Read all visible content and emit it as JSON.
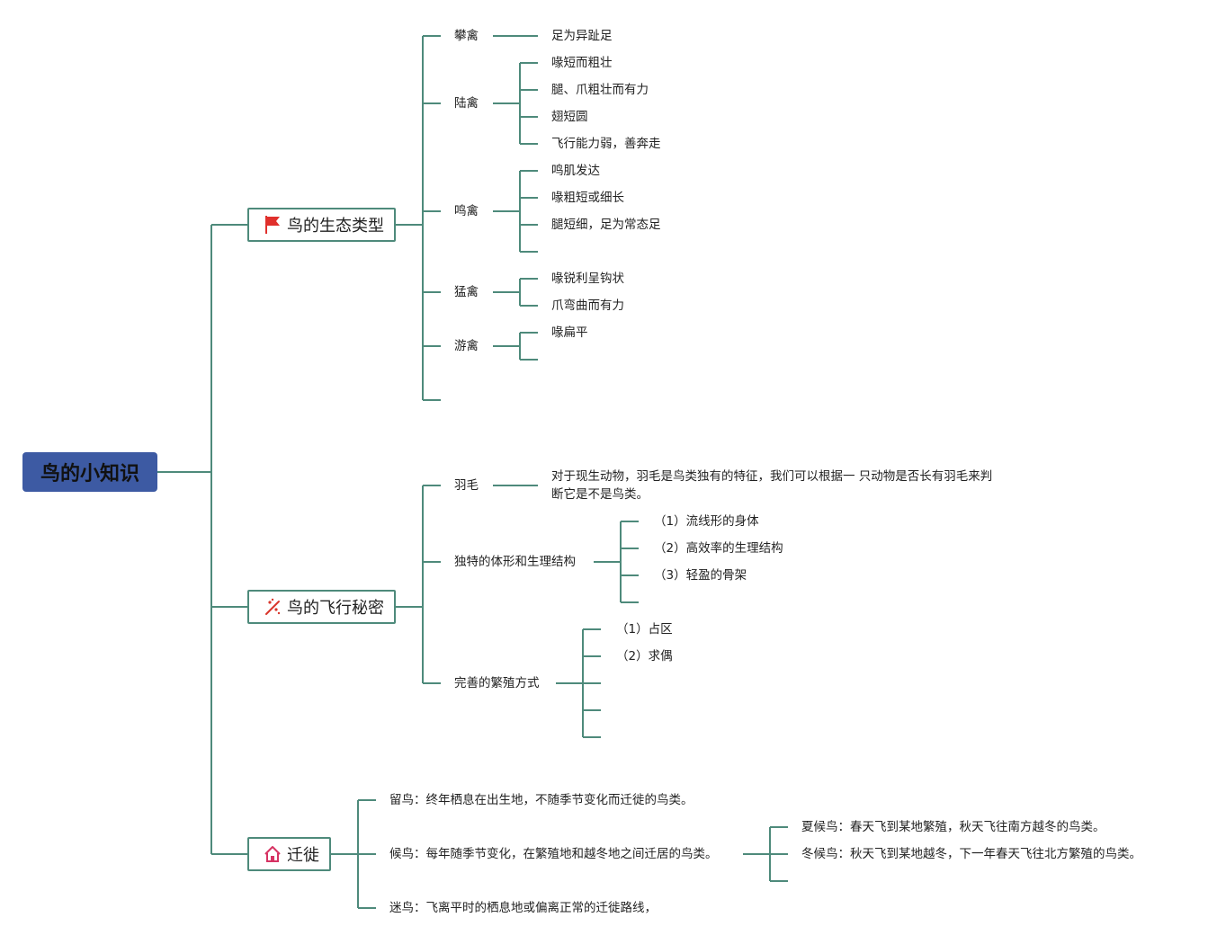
{
  "root": {
    "label": "鸟的小知识"
  },
  "ecology": {
    "label": "鸟的生态类型",
    "climbing": {
      "label": "攀禽",
      "items": [
        "足为异趾足"
      ]
    },
    "land": {
      "label": "陆禽",
      "items": [
        "喙短而粗壮",
        "腿、爪粗壮而有力",
        "翅短圆",
        "飞行能力弱，善奔走"
      ]
    },
    "song": {
      "label": "鸣禽",
      "items": [
        "鸣肌发达",
        "喙粗短或细长",
        "腿短细，足为常态足"
      ]
    },
    "raptor": {
      "label": "猛禽",
      "items": [
        "喙锐利呈钩状",
        "爪弯曲而有力"
      ]
    },
    "swim": {
      "label": "游禽",
      "items": [
        "喙扁平"
      ]
    }
  },
  "flight": {
    "label": "鸟的飞行秘密",
    "feather": {
      "label": "羽毛",
      "text": "对于现生动物，羽毛是鸟类独有的特征，我们可以根据一 只动物是否长有羽毛来判断它是不是鸟类。"
    },
    "body": {
      "label": "独特的体形和生理结构",
      "items": [
        "（1）流线形的身体",
        "（2）高效率的生理结构",
        "（3）轻盈的骨架"
      ]
    },
    "breeding": {
      "label": "完善的繁殖方式",
      "items": [
        "（1）占区",
        "（2）求偶"
      ]
    }
  },
  "migration": {
    "label": "迁徙",
    "resident": "留鸟：终年栖息在出生地，不随季节变化而迁徙的鸟类。",
    "migrant": "候鸟：每年随季节变化，在繁殖地和越冬地之间迁居的鸟类。",
    "summer": "夏候鸟：春天飞到某地繁殖，秋天飞往南方越冬的鸟类。",
    "winter": "冬候鸟：秋天飞到某地越冬，下一年春天飞往北方繁殖的鸟类。",
    "vagrant": "迷鸟：飞离平时的栖息地或偏离正常的迁徙路线，"
  },
  "colors": {
    "line": "#4e8a7b",
    "root": "#3d5aa3",
    "flag": "#e0302c",
    "sparkle": "#d9362b",
    "home": "#d63363"
  },
  "icons": [
    "flag-icon",
    "sparkle-icon",
    "home-icon"
  ]
}
